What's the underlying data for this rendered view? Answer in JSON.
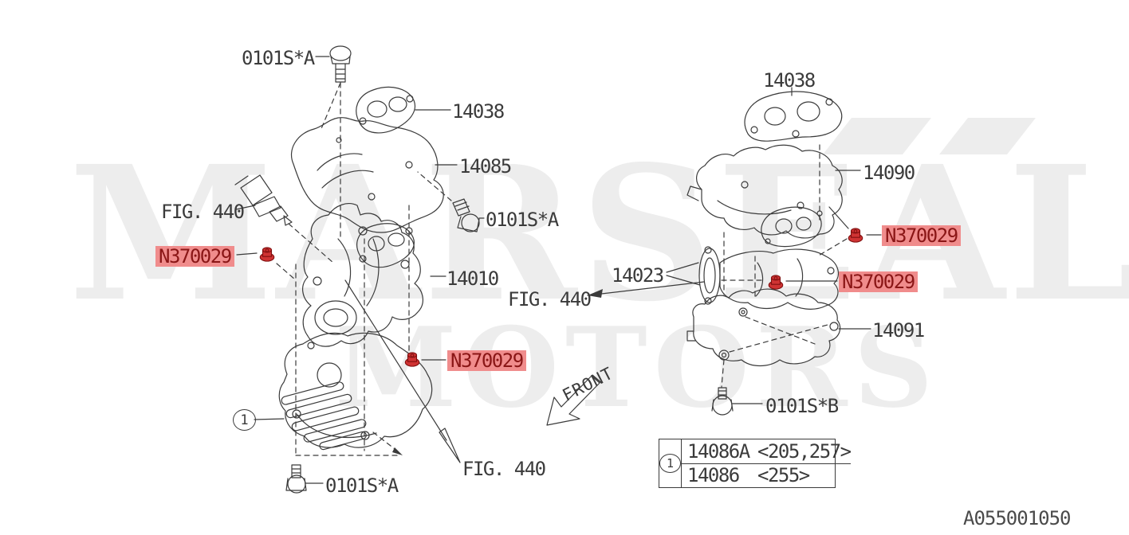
{
  "watermark": {
    "line1": "MARSEAL",
    "line2": "MOTORS"
  },
  "colors": {
    "line": "#3b3b3b",
    "highlight_bg": "#f08c8c",
    "highlight_text": "#8a1616",
    "nut_fill": "#cf3333",
    "nut_outline": "#801010"
  },
  "left_diagram": {
    "labels": {
      "bolt_top": "0101S*A",
      "gasket": "14038",
      "heat_shield": "14085",
      "fig_upper": "FIG. 440",
      "bolt_mid": "0101S*A",
      "nut_left": "N370029",
      "manifold": "14010",
      "nut_lower": "N370029",
      "cover_ref": "1",
      "fig_lower": "FIG. 440",
      "bolt_bottom": "0101S*A"
    }
  },
  "center": {
    "fig_label": "FIG. 440",
    "front_label": "FRONT"
  },
  "right_diagram": {
    "labels": {
      "gasket_top": "14038",
      "heat_shield_upper": "14090",
      "nut_upper": "N370029",
      "manifold": "14023",
      "nut_mid": "N370029",
      "heat_shield_lower": "14091",
      "bolt_bottom": "0101S*B"
    }
  },
  "legend_table": {
    "ref": "1",
    "rows": [
      {
        "part": "14086A",
        "qual": "<205,257>"
      },
      {
        "part": "14086",
        "qual": "<255>"
      }
    ]
  },
  "doc_code": "A055001050"
}
